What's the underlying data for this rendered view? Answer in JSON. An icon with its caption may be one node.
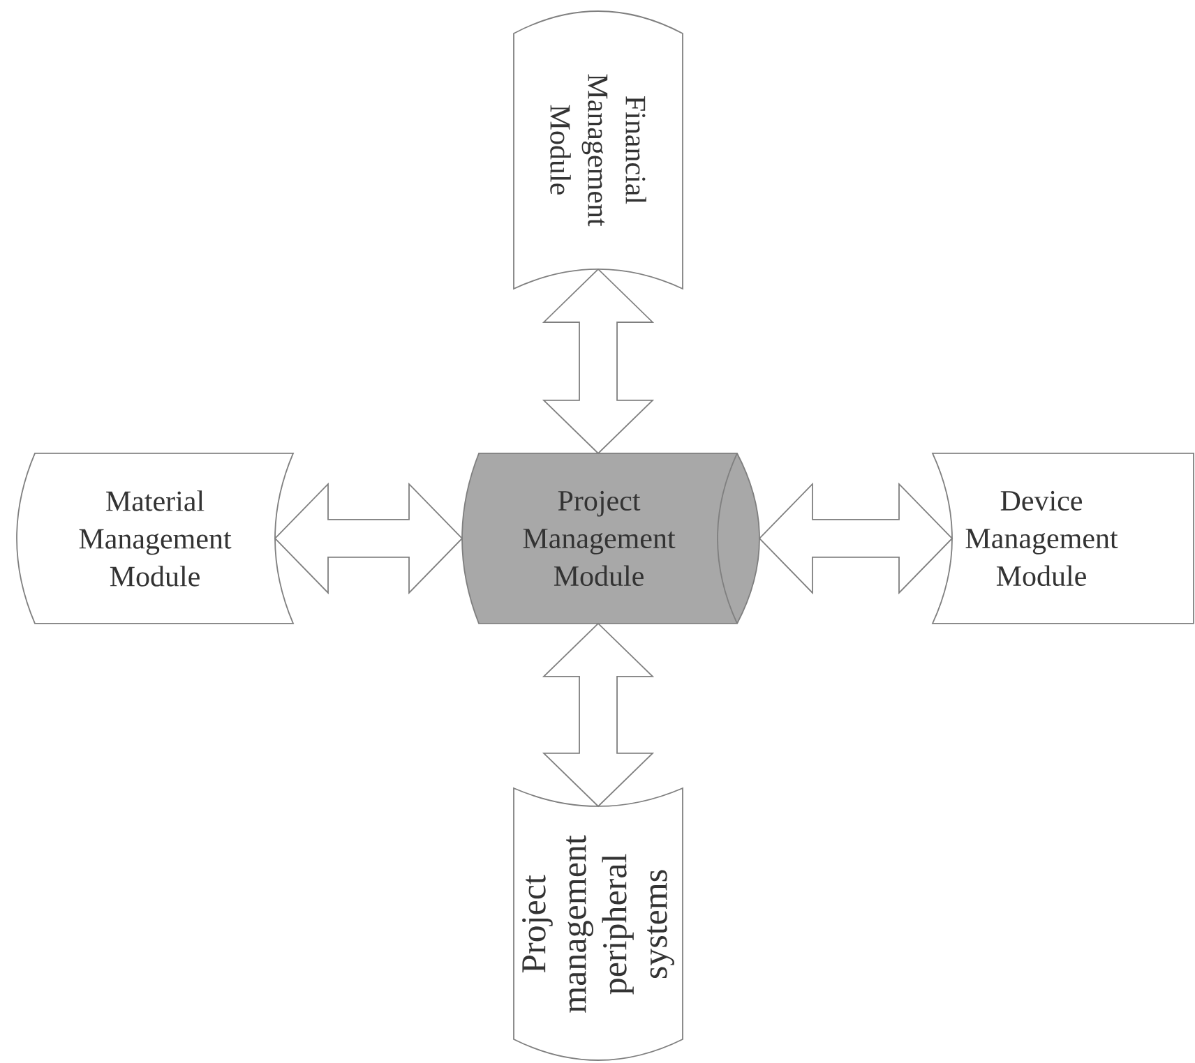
{
  "diagram": {
    "nodes": [
      {
        "text": [
          "Financial Management Module"
        ]
      },
      {
        "text": [
          "Material Management Module"
        ]
      },
      {
        "text": [
          "Project Management Module"
        ]
      },
      {
        "text": [
          "Device Management Module"
        ]
      },
      {
        "text": [
          "Project management peripheral systems"
        ]
      }
    ],
    "edges": [
      {
        "from": 0,
        "to": 2,
        "arrow": "both"
      },
      {
        "from": 1,
        "to": 2,
        "arrow": "both"
      },
      {
        "from": 2,
        "to": 3,
        "arrow": "both"
      },
      {
        "from": 2,
        "to": 4,
        "arrow": "both"
      }
    ]
  }
}
